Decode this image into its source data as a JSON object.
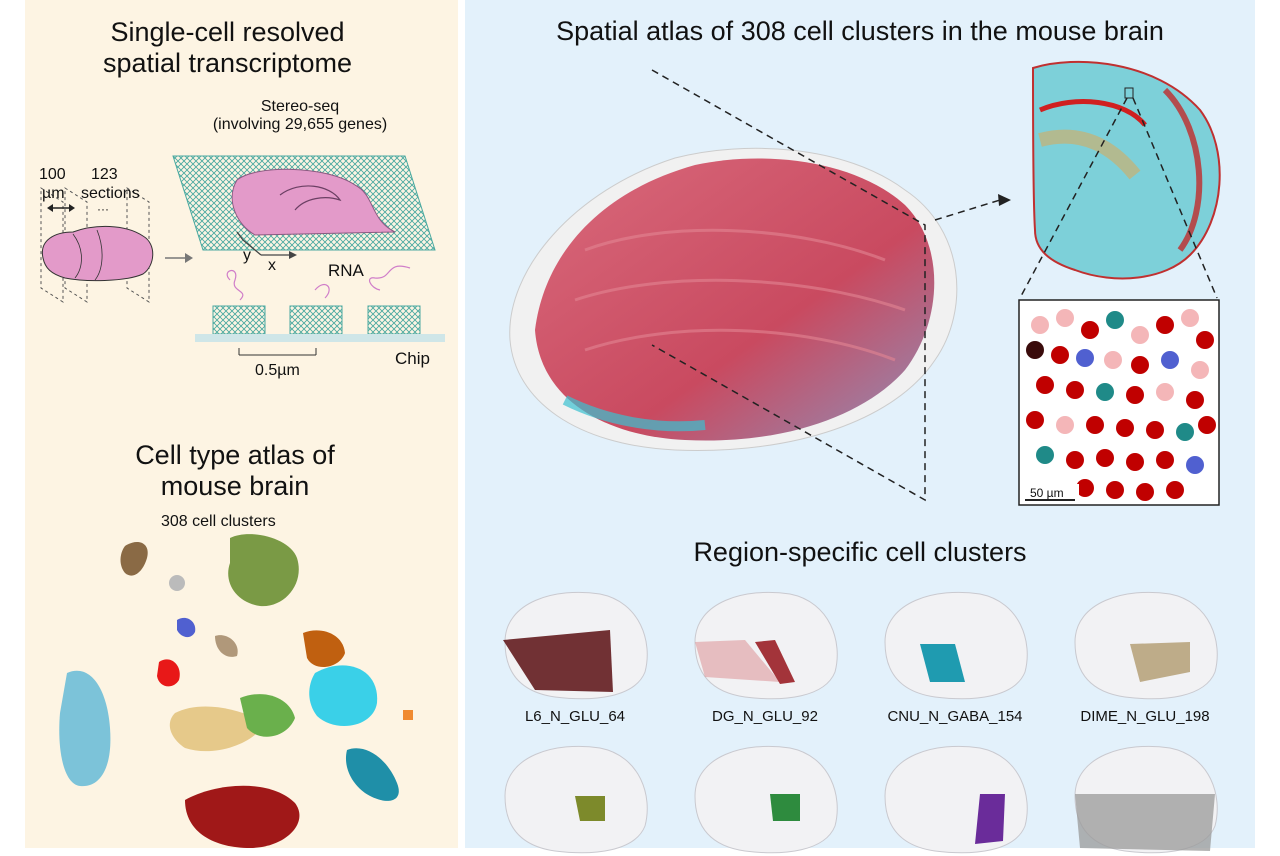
{
  "left": {
    "section1_title_line1": "Single-cell resolved",
    "section1_title_line2": "spatial transcriptome",
    "stereo_label_line1": "Stereo-seq",
    "stereo_label_line2": "(involving 29,655 genes)",
    "thickness_value": "100",
    "thickness_unit": "µm",
    "sections_count": "123",
    "sections_word": "sections",
    "ellipsis": "···",
    "axis_y": "y",
    "axis_x": "x",
    "rna_label": "RNA",
    "chip_label": "Chip",
    "spacing_label": "0.5µm",
    "section2_title_line1": "Cell type atlas of",
    "section2_title_line2": "mouse brain",
    "clusters_label": "308 cell clusters"
  },
  "right": {
    "atlas_title": "Spatial atlas of 308 cell clusters in the mouse brain",
    "scale_bar_label": "50 µm",
    "region_title": "Region-specific cell clusters",
    "clusters": [
      {
        "name": "L6_N_GLU_64",
        "color": "#5a0f12"
      },
      {
        "name": "DG_N_GLU_92",
        "color": "#a3343a"
      },
      {
        "name": "CNU_N_GABA_154",
        "color": "#1f9bb0"
      },
      {
        "name": "DIME_N_GLU_198",
        "color": "#b09a6e"
      },
      {
        "name": "",
        "color": "#7d8a2b"
      },
      {
        "name": "",
        "color": "#2e8b3e"
      },
      {
        "name": "",
        "color": "#6a2c9a"
      },
      {
        "name": "",
        "color": "#9a9a9a"
      }
    ]
  },
  "colors": {
    "left_bg": "#fdf4e3",
    "right_bg": "#e3f1fb",
    "brain_pink": "#e39ac9",
    "chip_teal": "#5bb9b0",
    "cortex_red": "#c02a2a"
  }
}
